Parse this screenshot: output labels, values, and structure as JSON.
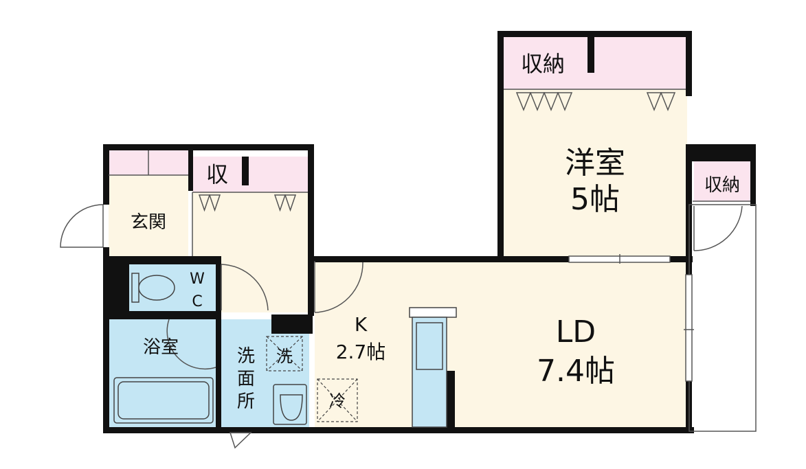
{
  "colors": {
    "room": "#fdf6e4",
    "storage": "#fbe4ee",
    "wet": "#c4e6f4",
    "wall": "#111111",
    "line": "#555555"
  },
  "rooms": {
    "yoshitsu": {
      "name": "洋室",
      "size": "5帖"
    },
    "ld": {
      "name": "LD",
      "size": "7.4帖"
    },
    "kitchen": {
      "name": "K",
      "size": "2.7帖"
    },
    "genkan": {
      "name": "玄関"
    },
    "wc": {
      "line1": "W",
      "line2": "C"
    },
    "yokushitsu": {
      "name": "浴室"
    },
    "senmenjo": {
      "c1": "洗",
      "c2": "面",
      "c3": "所"
    }
  },
  "storage": {
    "top": "収納",
    "side": "収納",
    "small": "収"
  },
  "fixtures": {
    "washer": "洗",
    "fridge": "冷"
  }
}
